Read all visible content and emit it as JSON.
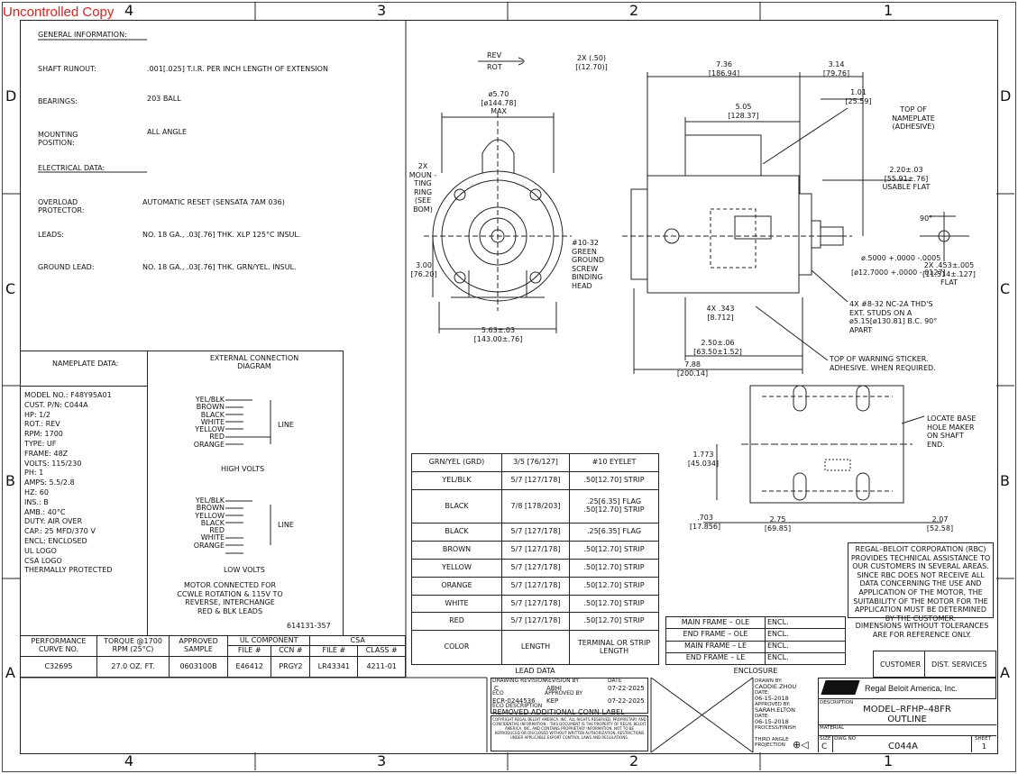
{
  "watermark": "Uncontrolled Copy",
  "zones": {
    "top": [
      "4",
      "3",
      "2",
      "1"
    ],
    "side": [
      "D",
      "C",
      "B",
      "A"
    ]
  },
  "general": {
    "title": "GENERAL INFORMATION:",
    "shaft_runout_label": "SHAFT RUNOUT:",
    "shaft_runout": ".001[.025] T.I.R. PER INCH LENGTH OF EXTENSION",
    "bearings_label": "BEARINGS:",
    "bearings": "203 BALL",
    "mounting_label": "MOUNTING POSITION:",
    "mounting": "ALL ANGLE",
    "electrical_title": "ELECTRICAL DATA:",
    "overload_label": "OVERLOAD PROTECTOR:",
    "overload": "AUTOMATIC RESET (SENSATA 7AM 036)",
    "leads_label": "LEADS:",
    "leads": "NO. 18 GA., .03[.76] THK. XLP 125°C INSUL.",
    "ground_label": "GROUND LEAD:",
    "ground": "NO. 18 GA., .03[.76] THK. GRN/YEL. INSUL."
  },
  "nameplate": {
    "header": "NAMEPLATE DATA:",
    "lines": [
      "MODEL NO.:  F48Y95A01",
      "CUST. P/N:   C044A",
      "HP:  1/2",
      "ROT.:  REV",
      "RPM:   1700",
      "TYPE:   UF",
      "FRAME:   48Z",
      "VOLTS:   115/230",
      "PH:  1",
      "AMPS:  5.5/2.8",
      "HZ:  60",
      "INS.:   B",
      "AMB.:  40°C",
      "DUTY:  AIR OVER",
      "CAP.:   25 MFD/370 V",
      "ENCL:   ENCLOSED",
      "UL LOGO",
      "CSA LOGO",
      "THERMALLY PROTECTED"
    ]
  },
  "connection": {
    "header": "EXTERNAL CONNECTION DIAGRAM",
    "high_leads": [
      "YEL/BLK",
      "BROWN",
      "BLACK",
      "WHITE",
      "YELLOW",
      "RED",
      "ORANGE"
    ],
    "high_title": "HIGH VOLTS",
    "low_leads": [
      "YEL/BLK",
      "BROWN",
      "YELLOW",
      "BLACK",
      "RED",
      "WHITE",
      "ORANGE"
    ],
    "low_title": "LOW VOLTS",
    "line": "LINE",
    "note": "MOTOR CONNECTED FOR CCWLE ROTATION & 115V TO REVERSE, INTERCHANGE RED & BLK LEADS",
    "ref": "614131-357"
  },
  "perf": {
    "h1": "PERFORMANCE CURVE NO.",
    "h2": "TORQUE @1700 RPM (25°C)",
    "h3": "APPROVED SAMPLE",
    "h4": "UL COMPONENT",
    "h5": "CSA",
    "h_file": "FILE #",
    "h_ccn": "CCN #",
    "h_class": "CLASS #",
    "curve": "C32695",
    "torque": "27.0 OZ. FT.",
    "sample": "0603100B",
    "ul_file": "E46412",
    "ccn": "PRGY2",
    "csa_file": "LR43341",
    "class": "4211-01"
  },
  "lead_data": {
    "caption": "LEAD DATA",
    "head": [
      "COLOR",
      "LENGTH",
      "TERMINAL OR STRIP LENGTH"
    ],
    "rows": [
      [
        "GRN/YEL (GRD)",
        "3/5 [76/127]",
        "#10 EYELET"
      ],
      [
        "YEL/BLK",
        "5/7 [127/178]",
        ".50[12.70] STRIP"
      ],
      [
        "BLACK",
        "7/8 [178/203]",
        ".25[6.35] FLAG .50[12.70] STRIP"
      ],
      [
        "BLACK",
        "5/7 [127/178]",
        ".25[6.35] FLAG"
      ],
      [
        "BROWN",
        "5/7 [127/178]",
        ".50[12.70] STRIP"
      ],
      [
        "YELLOW",
        "5/7 [127/178]",
        ".50[12.70] STRIP"
      ],
      [
        "ORANGE",
        "5/7 [127/178]",
        ".50[12.70] STRIP"
      ],
      [
        "WHITE",
        "5/7 [127/178]",
        ".50[12.70] STRIP"
      ],
      [
        "RED",
        "5/7 [127/178]",
        ".50[12.70] STRIP"
      ]
    ]
  },
  "enclosure": {
    "caption": "ENCLOSURE",
    "rows": [
      [
        "MAIN FRAME – OLE",
        "ENCL."
      ],
      [
        "END FRAME – OLE",
        "ENCL."
      ],
      [
        "MAIN FRAME – LE",
        "ENCL."
      ],
      [
        "END FRAME – LE",
        "ENCL."
      ]
    ]
  },
  "dims": {
    "rev": "REV",
    "rot": "ROT",
    "d_50": "2X (.50) [(12.70)]",
    "d570": "ø5.70 [ø144.78] MAX",
    "d_mount": "2X MOUN -TING RING (SEE BOM)",
    "d300": "3.00 [76.20]",
    "d563": "5.63±.03 [143.00±.76]",
    "d1032": "#10-32 GREEN GROUND SCREW BINDING HEAD",
    "d736": "7.36 [186.94]",
    "d314": "3.14 [79.76]",
    "d505": "5.05 [128.37]",
    "d101": "1.01 [25.59]",
    "top_np": "TOP OF NAMEPLATE (ADHESIVE)",
    "d220": "2.20±.03 [55.91±.76] USABLE FLAT",
    "d90": "90°",
    "shaft": "ø.5000 +.0000 -.0005",
    "shaft_mm": "[ø12.7000 +.0000 -.0127]",
    "flat": "2X .453±.005 [11.514±.127] FLAT",
    "studs": "4X #8-32 NC-2A THD'S EXT. STUDS ON A ø5.15[ø130.81] B.C. 90° APART",
    "d343": "4X .343 [8.712]",
    "d250": "2.50±.06 [63.50±1.52]",
    "d788": "7.88 [200.14]",
    "sticker": "TOP OF WARNING STICKER. ADHESIVE. WHEN REQUIRED.",
    "locate": "LOCATE BASE HOLE MAKER ON SHAFT END.",
    "d1773": "1.773 [45.034]",
    "d703": ".703 [17.856]",
    "d275": "2.75 [69.85]",
    "d207": "2.07 [52.58]"
  },
  "disclaimer": "REGAL–BELOIT CORPORATION (RBC) PROVIDES TECHNICAL ASSISTANCE TO OUR CUSTOMERS IN SEVERAL AREAS. SINCE RBC DOES NOT RECEIVE ALL DATA CONCERNING THE USE AND APPLICATION OF THE MOTOR, THE SUITABILITY OF THE MOTOR FOR THE APPLICATION MUST BE DETERMINED BY THE CUSTOMER.",
  "tolerance_note": "DIMENSIONS WITHOUT TOLERANCES ARE FOR REFERENCE ONLY.",
  "customer": "CUSTOMER",
  "dist": "DIST. SERVICES",
  "revision": {
    "drawing_rev": "DRAWING REVISION",
    "rev": "C",
    "rev_by_label": "REVISION BY",
    "rev_by": "ABHI",
    "date_label": "DATE",
    "rev_date": "07-22-2025",
    "eco_label": "ECO",
    "eco": "ECR-0244536",
    "appr_label": "APPROVED BY",
    "appr": "KEP",
    "appr_date": "07-22-2025",
    "eco_desc_label": "ECO DESCRIPTION",
    "eco_desc": "REMOVED ADDITIONAL CONN LABEL",
    "legal": "COPYRIGHT REGAL BELOIT AMERICA, INC. ALL RIGHTS RESERVED. PROPRIETARY AND CONFIDENTIAL INFORMATION – THIS DOCUMENT IS THE PROPERTY OF REGAL BELOIT AMERICA, INC. AND CONTAINS PROPRIETARY INFORMATION. NOT TO BE REPRODUCED OR DISCLOSED WITHOUT WRITTEN AUTHORIZATION. RESTRICTIONS UNDER APPLICABLE EXPORT CONTROL LAWS AND REGULATIONS."
  },
  "title_block": {
    "drawn_label": "DRAWN BY:",
    "drawn": "CADDIE.ZHOU",
    "date_label": "DATE:",
    "drawn_date": "06-15-2018",
    "approved_label": "APPROVED BY:",
    "approved": "SARAH.ELTON",
    "approved_date": "06-15-2018",
    "process_label": "PROCESS/FINISH",
    "third_angle": "THIRD ANGLE PROJECTION",
    "company": "Regal Beloit America, Inc.",
    "desc_label": "DESCRIPTION",
    "model": "MODEL–RFHP–48FR",
    "outline": "OUTLINE",
    "material_label": "MATERIAL",
    "size_label": "SIZE",
    "size": "C",
    "dwg_label": "DWG NO",
    "dwg": "C044A",
    "sheet_label": "SHEET",
    "sheet": "1"
  }
}
